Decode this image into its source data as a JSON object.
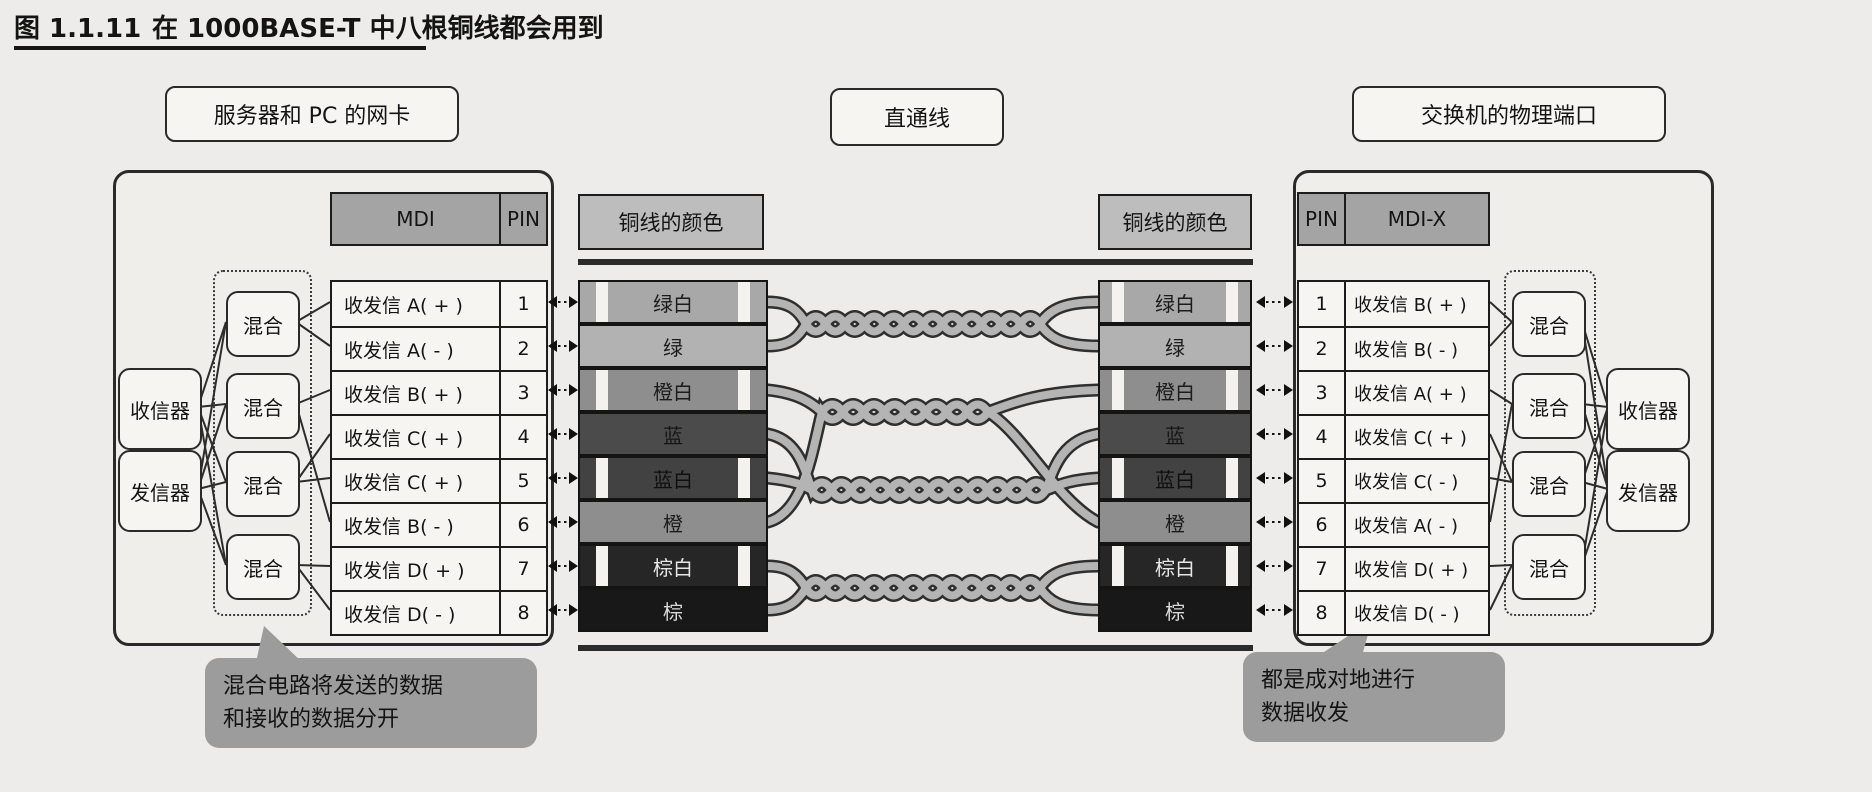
{
  "figure": {
    "label": "图 1.1.11",
    "title": "在 1000BASE-T 中八根铜线都会用到"
  },
  "left_panel": {
    "title": "服务器和 PC 的网卡",
    "receiver": "收信器",
    "transmitter": "发信器",
    "hybrid": "混合",
    "table": {
      "headers": {
        "mdi": "MDI",
        "pin": "PIN"
      },
      "rows": [
        {
          "signal": "收发信 A( + )",
          "pin": "1"
        },
        {
          "signal": "收发信 A( - )",
          "pin": "2"
        },
        {
          "signal": "收发信 B( + )",
          "pin": "3"
        },
        {
          "signal": "收发信 C( + )",
          "pin": "4"
        },
        {
          "signal": "收发信 C( + )",
          "pin": "5"
        },
        {
          "signal": "收发信 B( - )",
          "pin": "6"
        },
        {
          "signal": "收发信 D( + )",
          "pin": "7"
        },
        {
          "signal": "收发信 D( - )",
          "pin": "8"
        }
      ]
    },
    "callout": {
      "line1": "混合电路将发送的数据",
      "line2": "和接收的数据分开"
    }
  },
  "cable": {
    "label": "直通线",
    "color_header_left": "铜线的颜色",
    "color_header_right": "铜线的颜色",
    "wires": [
      {
        "label": "绿白",
        "fill": "#a8a8a8",
        "text": "#1c1c1c",
        "striped": true
      },
      {
        "label": "绿",
        "fill": "#b2b2b2",
        "text": "#1c1c1c",
        "striped": false
      },
      {
        "label": "橙白",
        "fill": "#8e8e8e",
        "text": "#1c1c1c",
        "striped": true
      },
      {
        "label": "蓝",
        "fill": "#4b4b4b",
        "text": "#161616",
        "striped": false
      },
      {
        "label": "蓝白",
        "fill": "#424242",
        "text": "#101010",
        "striped": true
      },
      {
        "label": "橙",
        "fill": "#8e8e8e",
        "text": "#1c1c1c",
        "striped": false
      },
      {
        "label": "棕白",
        "fill": "#262626",
        "text": "#e6e6e6",
        "striped": true
      },
      {
        "label": "棕",
        "fill": "#181818",
        "text": "#d9d9d9",
        "striped": false
      }
    ]
  },
  "right_panel": {
    "title": "交换机的物理端口",
    "receiver": "收信器",
    "transmitter": "发信器",
    "hybrid": "混合",
    "table": {
      "headers": {
        "pin": "PIN",
        "mdix": "MDI-X"
      },
      "rows": [
        {
          "pin": "1",
          "signal": "收发信 B( + )"
        },
        {
          "pin": "2",
          "signal": "收发信 B( - )"
        },
        {
          "pin": "3",
          "signal": "收发信 A( + )"
        },
        {
          "pin": "4",
          "signal": "收发信 C( + )"
        },
        {
          "pin": "5",
          "signal": "收发信 C( - )"
        },
        {
          "pin": "6",
          "signal": "收发信 A( - )"
        },
        {
          "pin": "7",
          "signal": "收发信 D( + )"
        },
        {
          "pin": "8",
          "signal": "收发信 D( - )"
        }
      ]
    },
    "callout": {
      "line1": "都是成对地进行",
      "line2": "数据收发"
    }
  },
  "colors": {
    "ink": "#2a2a2a",
    "page_bg": "#edecea",
    "rope_fill": "#b4b4b4",
    "callout_bg": "#9c9c9c",
    "table_header_bg": "#a4a4a4",
    "color_header_bg": "#bdbdbd",
    "box_bg": "#f6f5f2"
  }
}
